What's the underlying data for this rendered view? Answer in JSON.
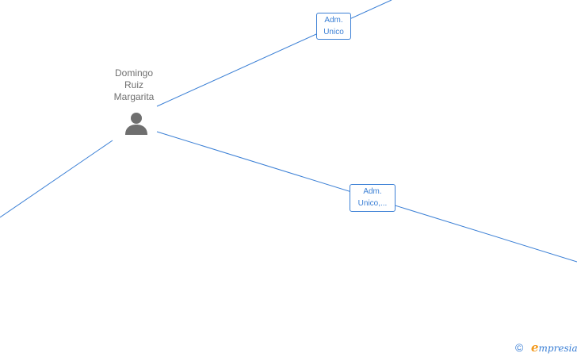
{
  "person": {
    "name_lines": [
      "Domingo",
      "Ruiz",
      "Margarita"
    ],
    "icon": "person-icon"
  },
  "relations": [
    {
      "label_lines": [
        "Adm.",
        "Unico"
      ]
    },
    {
      "label_lines": [
        "Adm.",
        "Unico,..."
      ]
    }
  ],
  "footer": {
    "copyright_symbol": "©",
    "brand_initial": "e",
    "brand_rest": "mpresia"
  },
  "colors": {
    "edge": "#3a7fd5",
    "person_icon": "#6f6f6f",
    "brand_accent": "#f39a1e"
  }
}
